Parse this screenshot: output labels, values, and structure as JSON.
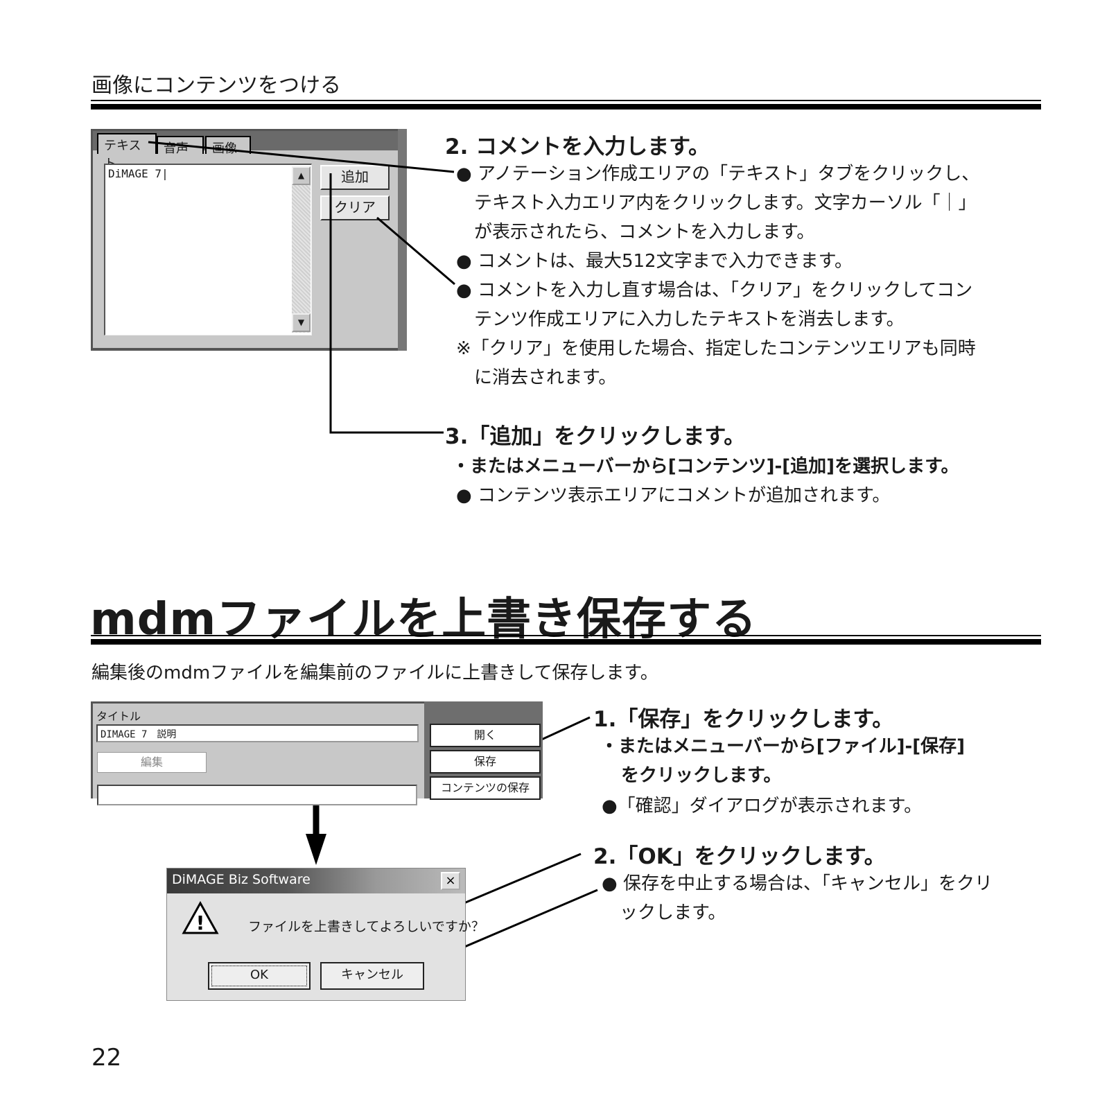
{
  "section": {
    "title": "画像にコンテンツをつける"
  },
  "annotation_panel": {
    "tabs": [
      "テキスト",
      "音声",
      "画像"
    ],
    "text_value": "DiMAGE 7|",
    "add_button": "追加",
    "clear_button": "クリア",
    "scroll_up": "▲",
    "scroll_down": "▼"
  },
  "step2": {
    "heading": "2. コメントを入力します。",
    "lines": [
      "● アノテーション作成エリアの「テキスト」タブをクリックし、",
      "テキスト入力エリア内をクリックします。文字カーソル「｜」",
      "が表示されたら、コメントを入力します。",
      "● コメントは、最大512文字まで入力できます。",
      "● コメントを入力し直す場合は、「クリア」をクリックしてコン",
      "テンツ作成エリアに入力したテキストを消去します。",
      "※「クリア」を使用した場合、指定したコンテンツエリアも同時",
      "に消去されます。"
    ]
  },
  "step3": {
    "heading": "3.「追加」をクリックします。",
    "sub": "・またはメニューバーから[コンテンツ]-[追加]を選択します。",
    "note": "● コンテンツ表示エリアにコメントが追加されます。"
  },
  "overwrite": {
    "title": "mdmファイルを上書き保存する",
    "intro": "編集後のmdmファイルを編集前のファイルに上書きして保存します。"
  },
  "file_panel": {
    "title_label": "タイトル",
    "title_value": "DIMAGE 7　説明",
    "edit_button": "編集",
    "open_button": "開く",
    "save_button": "保存",
    "save_contents_button": "コンテンツの保存"
  },
  "dialog": {
    "title": "DiMAGE Biz Software",
    "close": "×",
    "warning_symbol": "!",
    "message": "ファイルを上書きしてよろしいですか？",
    "ok": "OK",
    "cancel": "キャンセル"
  },
  "save_step1": {
    "heading": "1.「保存」をクリックします。",
    "sub1": "・またはメニューバーから[ファイル]-[保存]",
    "sub2": "をクリックします。",
    "note": "●「確認」ダイアログが表示されます。"
  },
  "save_step2": {
    "heading": "2.「OK」をクリックします。",
    "note1": "● 保存を中止する場合は、「キャンセル」をクリ",
    "note2": "ックします。"
  },
  "arrow": "↓",
  "page_number": "22"
}
